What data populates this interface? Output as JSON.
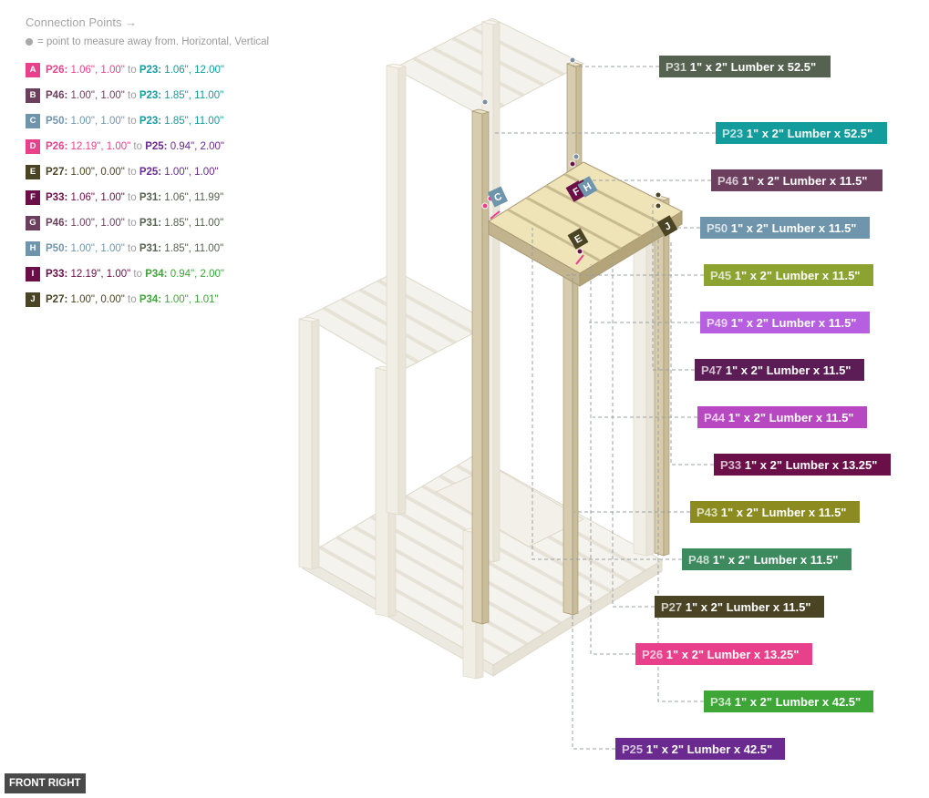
{
  "connections": {
    "title": "Connection Points →",
    "note": "= point to measure away from. Horizontal, Vertical",
    "to_word": "to",
    "items": [
      {
        "badge": "A",
        "color": "#e8408b",
        "from_part": "P26:",
        "from_pos": "1.06\", 1.00\"",
        "from_color": "#e8408b",
        "to_part": "P23:",
        "to_pos": "1.06\", 12.00\"",
        "to_color": "#129c9c"
      },
      {
        "badge": "B",
        "color": "#6d3f5e",
        "from_part": "P46:",
        "from_pos": "1.00\", 1.00\"",
        "from_color": "#6d3f5e",
        "to_part": "P23:",
        "to_pos": "1.85\", 11.00\"",
        "to_color": "#129c9c"
      },
      {
        "badge": "C",
        "color": "#6f95ad",
        "from_part": "P50:",
        "from_pos": "1.00\", 1.00\"",
        "from_color": "#6f95ad",
        "to_part": "P23:",
        "to_pos": "1.85\", 11.00\"",
        "to_color": "#129c9c"
      },
      {
        "badge": "D",
        "color": "#e8408b",
        "from_part": "P26:",
        "from_pos": "12.19\", 1.00\"",
        "from_color": "#e8408b",
        "to_part": "P25:",
        "to_pos": "0.94\", 2.00\"",
        "to_color": "#6a2a8f"
      },
      {
        "badge": "E",
        "color": "#4a4424",
        "from_part": "P27:",
        "from_pos": "1.00\", 0.00\"",
        "from_color": "#4a4424",
        "to_part": "P25:",
        "to_pos": "1.00\", 1.00\"",
        "to_color": "#6a2a8f"
      },
      {
        "badge": "F",
        "color": "#6a0f47",
        "from_part": "P33:",
        "from_pos": "1.06\", 1.00\"",
        "from_color": "#6a0f47",
        "to_part": "P31:",
        "to_pos": "1.06\", 11.99\"",
        "to_color": "#55624f"
      },
      {
        "badge": "G",
        "color": "#6d3f5e",
        "from_part": "P46:",
        "from_pos": "1.00\", 1.00\"",
        "from_color": "#6d3f5e",
        "to_part": "P31:",
        "to_pos": "1.85\", 11.00\"",
        "to_color": "#55624f"
      },
      {
        "badge": "H",
        "color": "#6f95ad",
        "from_part": "P50:",
        "from_pos": "1.00\", 1.00\"",
        "from_color": "#6f95ad",
        "to_part": "P31:",
        "to_pos": "1.85\", 11.00\"",
        "to_color": "#55624f"
      },
      {
        "badge": "I",
        "color": "#6a0f47",
        "from_part": "P33:",
        "from_pos": "12.19\", 1.00\"",
        "from_color": "#6a0f47",
        "to_part": "P34:",
        "to_pos": "0.94\", 2.00\"",
        "to_color": "#3da637"
      },
      {
        "badge": "J",
        "color": "#4a4424",
        "from_part": "P27:",
        "from_pos": "1.00\", 0.00\"",
        "from_color": "#4a4424",
        "to_part": "P34:",
        "to_pos": "1.00\", 1.01\"",
        "to_color": "#3da637"
      }
    ]
  },
  "parts": [
    {
      "id": "P31",
      "desc": "1\" x 2\" Lumber x 52.5\"",
      "color": "#55624f"
    },
    {
      "id": "P23",
      "desc": "1\" x 2\" Lumber x 52.5\"",
      "color": "#129c9c"
    },
    {
      "id": "P46",
      "desc": "1\" x 2\" Lumber x 11.5\"",
      "color": "#6d3f5e"
    },
    {
      "id": "P50",
      "desc": "1\" x 2\" Lumber x 11.5\"",
      "color": "#6f95ad"
    },
    {
      "id": "P45",
      "desc": "1\" x 2\" Lumber x 11.5\"",
      "color": "#8ca332"
    },
    {
      "id": "P49",
      "desc": "1\" x 2\" Lumber x 11.5\"",
      "color": "#b65fe0"
    },
    {
      "id": "P47",
      "desc": "1\" x 2\" Lumber x 11.5\"",
      "color": "#5c1c55"
    },
    {
      "id": "P44",
      "desc": "1\" x 2\" Lumber x 11.5\"",
      "color": "#b848c2"
    },
    {
      "id": "P33",
      "desc": "1\" x 2\" Lumber x 13.25\"",
      "color": "#6a0f47"
    },
    {
      "id": "P43",
      "desc": "1\" x 2\" Lumber x 11.5\"",
      "color": "#8b8b1f"
    },
    {
      "id": "P48",
      "desc": "1\" x 2\" Lumber x 11.5\"",
      "color": "#3c8a5e"
    },
    {
      "id": "P27",
      "desc": "1\" x 2\" Lumber x 11.5\"",
      "color": "#4a4424"
    },
    {
      "id": "P26",
      "desc": "1\" x 2\" Lumber x 13.25\"",
      "color": "#e8408b"
    },
    {
      "id": "P34",
      "desc": "1\" x 2\" Lumber x 42.5\"",
      "color": "#3da637"
    },
    {
      "id": "P25",
      "desc": "1\" x 2\" Lumber x 42.5\"",
      "color": "#6a2a8f"
    }
  ],
  "markers": [
    "C",
    "F",
    "H",
    "E",
    "J"
  ],
  "view_label": "FRONT RIGHT"
}
